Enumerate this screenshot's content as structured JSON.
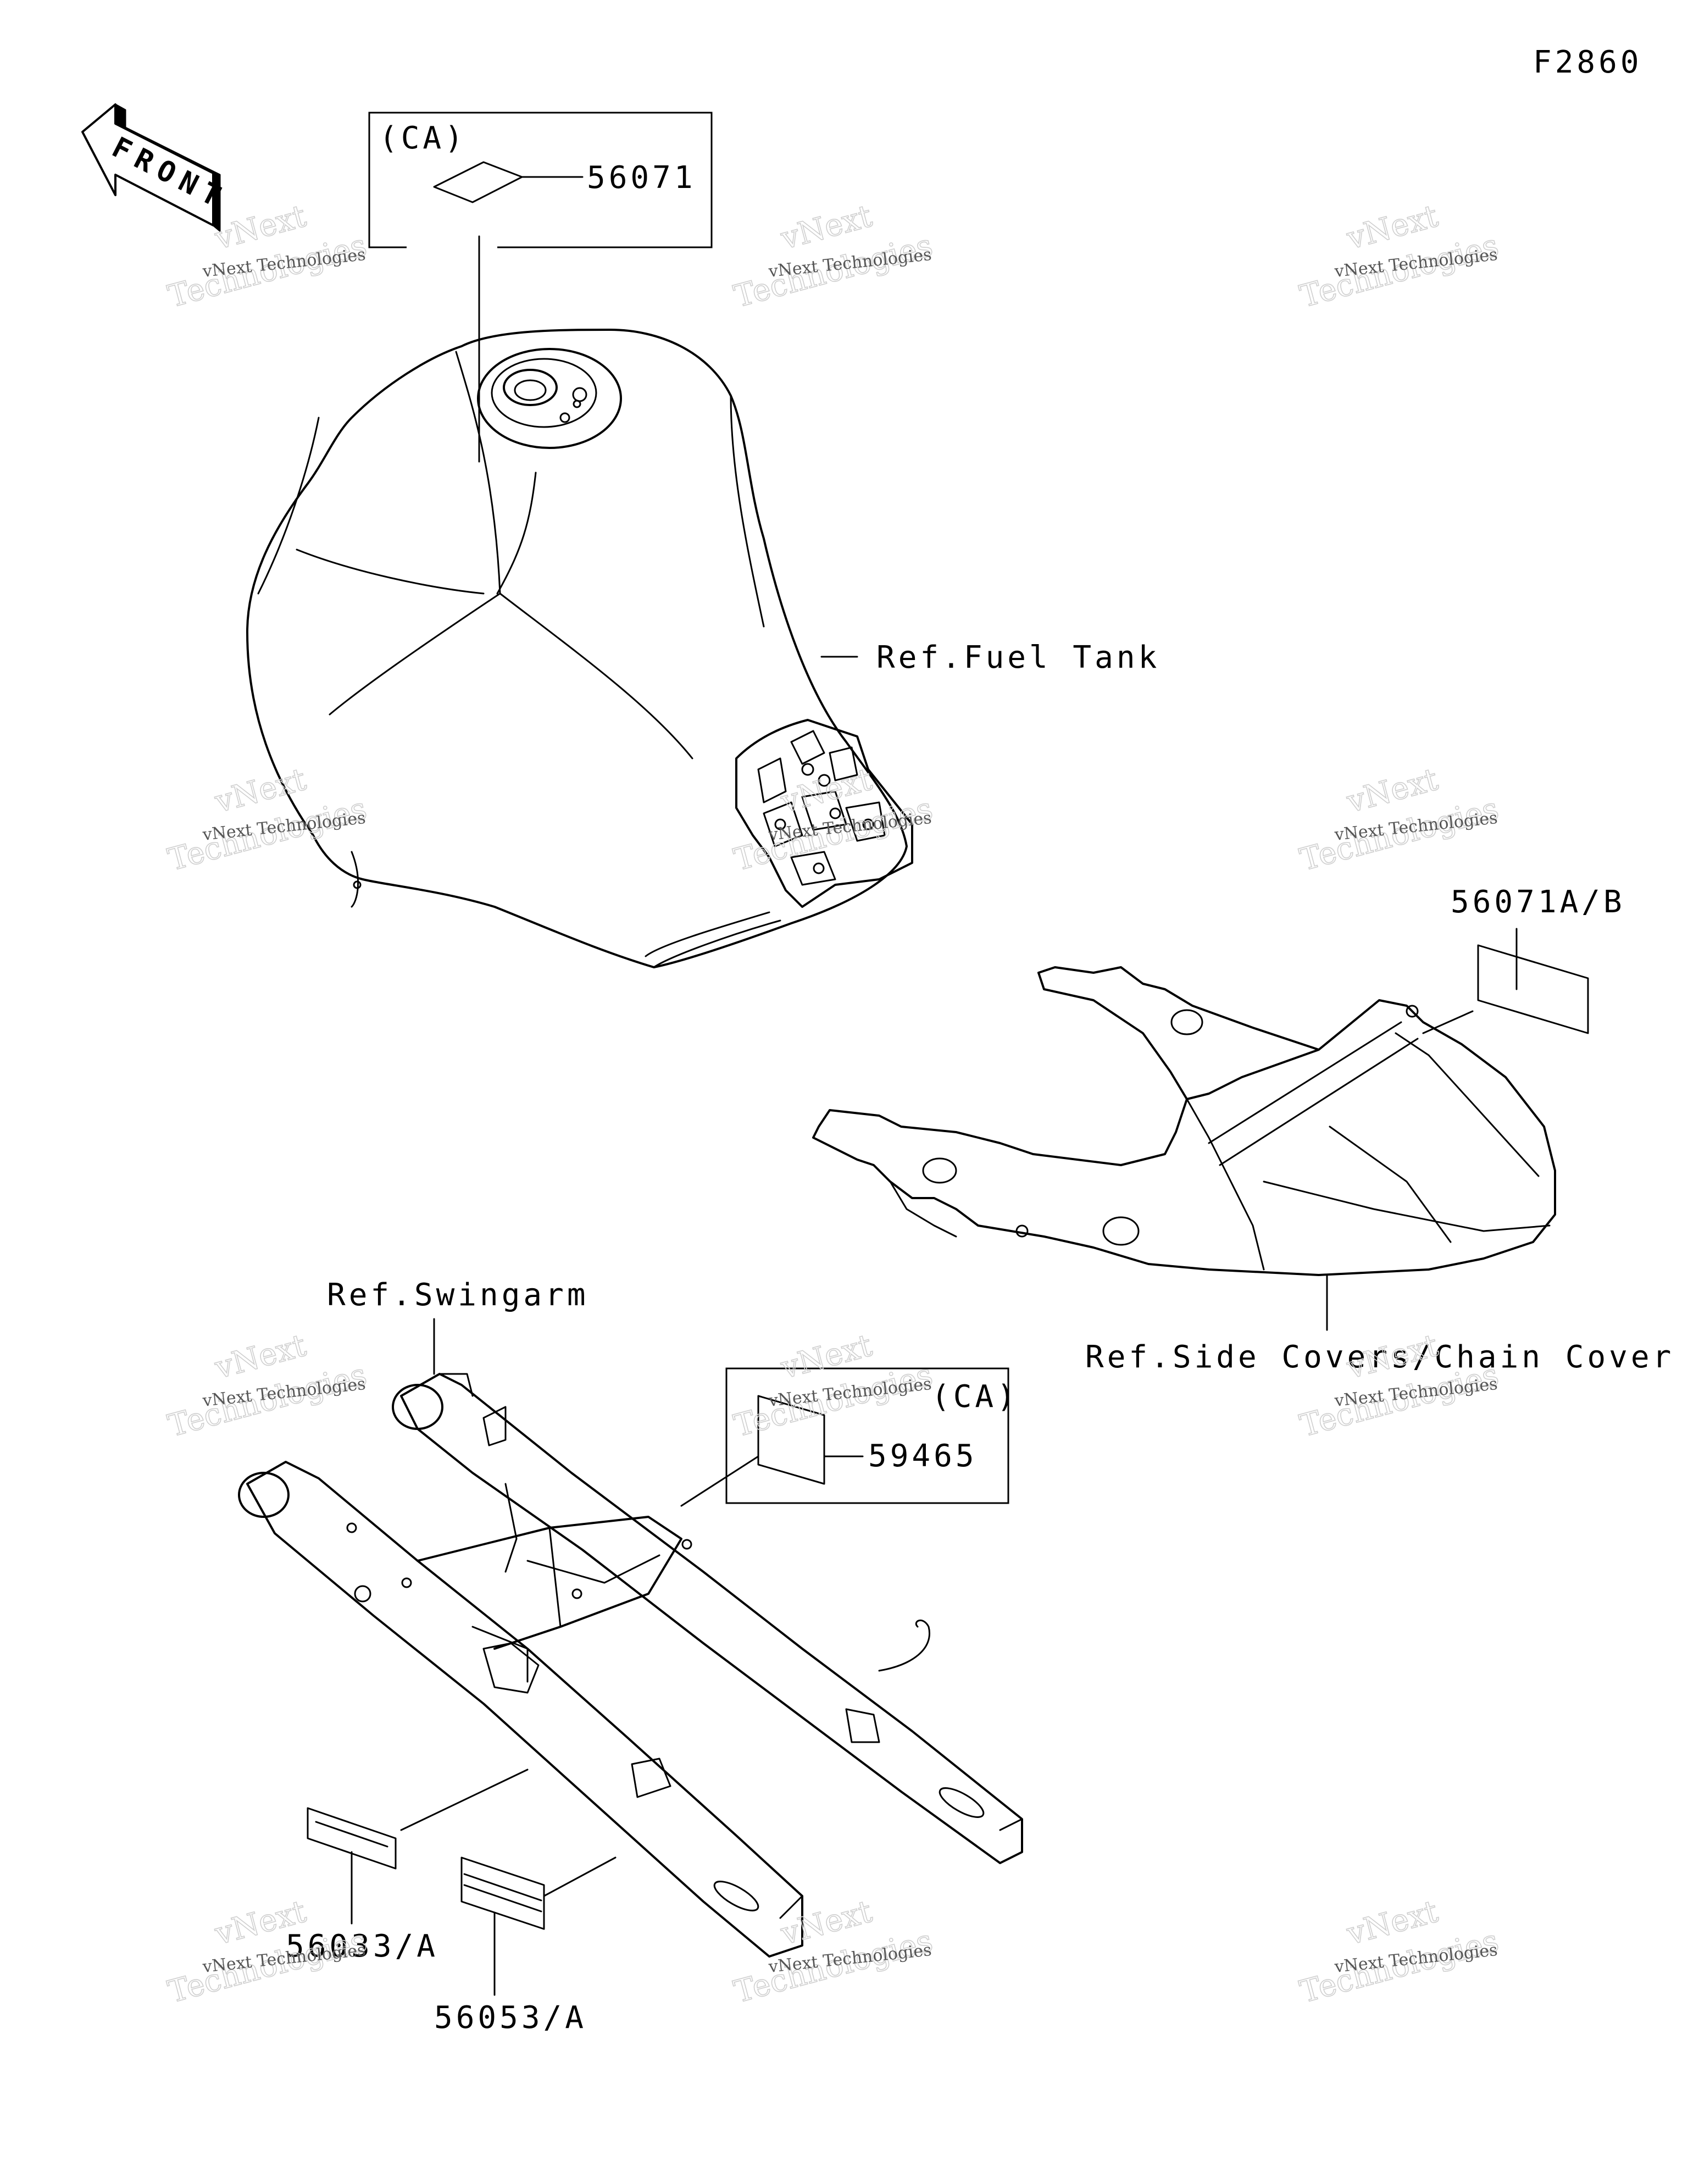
{
  "figure_code": "F2860",
  "front_arrow": {
    "label": "FRONT",
    "icon": "front-direction-arrow-icon"
  },
  "labels": {
    "part_56071": "56071",
    "ca_top": "(CA)",
    "ref_fuel_tank": "Ref.Fuel Tank",
    "part_56071ab": "56071A/B",
    "ref_side_covers": "Ref.Side Covers/Chain Cover",
    "ref_swingarm": "Ref.Swingarm",
    "ca_mid": "(CA)",
    "part_59465": "59465",
    "part_56033a": "56033/A",
    "part_56053a": "56053/A"
  },
  "watermark": {
    "line1": "vNext Technologies",
    "line2a": "vNext",
    "line2b": "Technologies"
  }
}
